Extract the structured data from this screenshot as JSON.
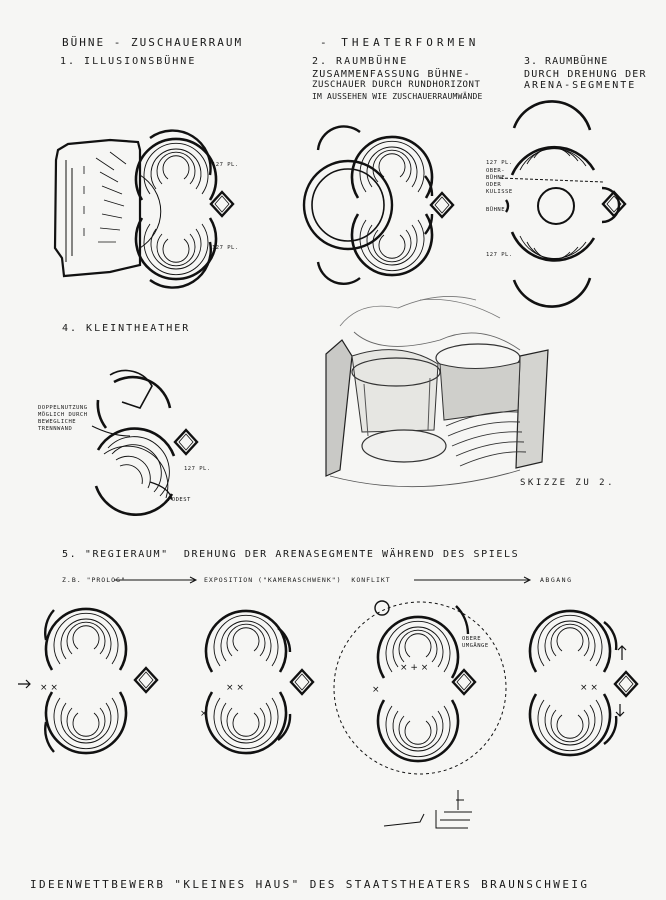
{
  "header": {
    "title_left": "Bühne - Zuschauerraum",
    "title_right": "- Theaterformen"
  },
  "sections": {
    "s1": {
      "label": "1. Illusionsbühne",
      "note_top": "127 Pl.",
      "note_bottom": "127 Pl."
    },
    "s2": {
      "label": "2. Raumbühne",
      "desc_1": "Zusammenfassung Bühne-",
      "desc_2": "Zuschauer durch Rundhorizont",
      "desc_3": "im Aussehen wie Zuschauerraumwände"
    },
    "s3": {
      "label": "3. Raumbühne",
      "desc_1": "durch Drehung der",
      "desc_2": "Arena-Segmente",
      "note_1": "127 Pl.",
      "note_2": "Ober-",
      "note_3": "bühne",
      "note_4": "oder",
      "note_5": "Kulisse",
      "note_6": "Bühne",
      "note_7": "127 Pl."
    },
    "s4": {
      "label": "4. Kleintheather",
      "note_1": "Doppelnutzung",
      "note_2": "möglich durch",
      "note_3": "bewegliche",
      "note_4": "Trennwand",
      "note_5": "127 Pl.",
      "note_6": "Podest"
    },
    "sketch": {
      "caption": "Skizze zu 2."
    },
    "s5": {
      "label": "5. \"Regieraum\"  Drehung der Arenasegmente während des Spiels",
      "phase_1": "z.B. \"Prolog\"",
      "phase_2": "Exposition (\"Kameraschwenk\")  Konflikt",
      "phase_3": "Abgang",
      "note_1": "Obere",
      "note_2": "Umgänge"
    }
  },
  "footer": {
    "text": "Ideenwettbewerb \"Kleines Haus\" des Staatstheaters Braunschweig"
  }
}
